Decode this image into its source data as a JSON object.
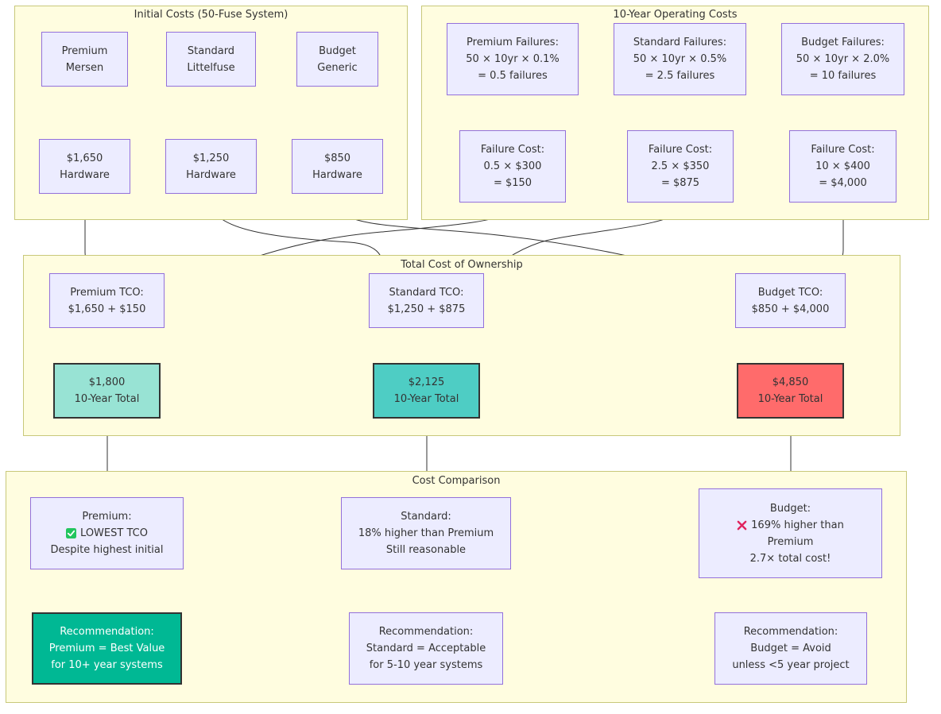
{
  "groups": {
    "initial_costs": "Initial Costs (50-Fuse System)",
    "operating_costs": "10-Year Operating Costs",
    "tco": "Total Cost of Ownership",
    "comparison": "Cost Comparison"
  },
  "initial": {
    "premium": [
      "Premium",
      "Mersen"
    ],
    "standard": [
      "Standard",
      "Littelfuse"
    ],
    "budget": [
      "Budget",
      "Generic"
    ],
    "premium_hw": [
      "$1,650",
      "Hardware"
    ],
    "standard_hw": [
      "$1,250",
      "Hardware"
    ],
    "budget_hw": [
      "$850",
      "Hardware"
    ]
  },
  "operating": {
    "premium_failures": [
      "Premium Failures:",
      "50 × 10yr × 0.1%",
      "= 0.5 failures"
    ],
    "standard_failures": [
      "Standard Failures:",
      "50 × 10yr × 0.5%",
      "= 2.5 failures"
    ],
    "budget_failures": [
      "Budget Failures:",
      "50 × 10yr × 2.0%",
      "= 10 failures"
    ],
    "premium_cost": [
      "Failure Cost:",
      "0.5 × $300",
      "= $150"
    ],
    "standard_cost": [
      "Failure Cost:",
      "2.5 × $350",
      "= $875"
    ],
    "budget_cost": [
      "Failure Cost:",
      "10 × $400",
      "= $4,000"
    ]
  },
  "tco": {
    "premium": [
      "Premium TCO:",
      "$1,650 + $150"
    ],
    "standard": [
      "Standard TCO:",
      "$1,250 + $875"
    ],
    "budget": [
      "Budget TCO:",
      "$850 + $4,000"
    ],
    "premium_total": [
      "$1,800",
      "10-Year Total"
    ],
    "standard_total": [
      "$2,125",
      "10-Year Total"
    ],
    "budget_total": [
      "$4,850",
      "10-Year Total"
    ]
  },
  "comparison": {
    "premium": [
      "Premium:",
      "LOWEST TCO",
      "Despite highest initial"
    ],
    "standard": [
      "Standard:",
      "18% higher than Premium",
      "Still reasonable"
    ],
    "budget": [
      "Budget:",
      "169% higher than",
      "Premium",
      "2.7× total cost!"
    ],
    "premium_rec": [
      "Recommendation:",
      "Premium = Best Value",
      "for 10+ year systems"
    ],
    "standard_rec": [
      "Recommendation:",
      "Standard = Acceptable",
      "for 5-10 year systems"
    ],
    "budget_rec": [
      "Recommendation:",
      "Budget = Avoid",
      "unless <5 year project"
    ]
  },
  "icons": {
    "premium_status": "check-mark-icon",
    "budget_status": "cross-mark-icon"
  },
  "colors": {
    "group_fill": "#fffde0",
    "node_fill": "#ececff",
    "premium_total": "#98e3d4",
    "standard_total": "#4ecdc4",
    "budget_total": "#ff6b6b",
    "premium_rec": "#00b894",
    "check": "#22c55e",
    "cross": "#e0245e"
  }
}
